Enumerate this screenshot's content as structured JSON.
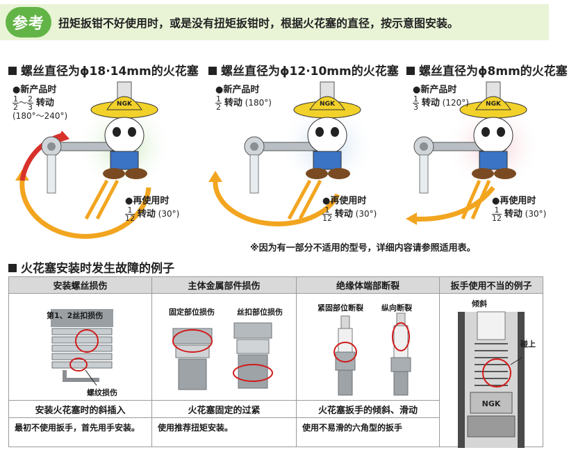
{
  "banner": {
    "badge": "参考",
    "text": "扭矩扳钳不好使用时，或是没有扭矩扳钳时，根据火花塞的直径，按示意图安装。"
  },
  "guides": [
    {
      "heading": "螺丝直径为ϕ18·14mm的火花塞",
      "new_label": "新产品时",
      "new_frac_a": [
        "1",
        "2"
      ],
      "new_tilde": "～",
      "new_frac_b": [
        "2",
        "3"
      ],
      "new_turn": "转动",
      "new_angle": "(180°～240°)",
      "reuse_label": "再使用时",
      "reuse_frac": [
        "1",
        "12"
      ],
      "reuse_turn": "转动",
      "reuse_angle": "(30°)",
      "glow": "#c7e6b8"
    },
    {
      "heading": "螺丝直径为ϕ12·10mm的火花塞",
      "new_label": "新产品时",
      "new_frac_a": [
        "1",
        "2"
      ],
      "new_turn": "转动",
      "new_angle": "(180°)",
      "reuse_label": "再使用时",
      "reuse_frac": [
        "1",
        "12"
      ],
      "reuse_turn": "转动",
      "reuse_angle": "(30°)",
      "glow": "#c9dcf0"
    },
    {
      "heading": "螺丝直径为ϕ8mm的火花塞",
      "new_label": "新产品时",
      "new_frac_a": [
        "1",
        "3"
      ],
      "new_turn": "转动",
      "new_angle": "(120°)",
      "reuse_label": "再使用时",
      "reuse_frac": [
        "1",
        "12"
      ],
      "reuse_turn": "转动",
      "reuse_angle": "(30°)",
      "glow": "#f3c9cf"
    }
  ],
  "mascot_logo": "NGK",
  "disclaimer": "※因为有一部分不适用的型号，详细内容请参照适用表。",
  "failures": {
    "heading": "火花塞安装时发生故障的例子",
    "columns": [
      {
        "header": "安装螺丝损伤",
        "labels": [
          "第1、2丝扣损伤",
          "螺纹损伤"
        ],
        "cause": "安装火花塞时的斜插入",
        "fix": "最初不使用扳手，首先用手安装。"
      },
      {
        "header": "主体金属部件损伤",
        "labels": [
          "固定部位损伤",
          "丝扣部位损伤"
        ],
        "cause": "火花塞固定的过紧",
        "fix": "使用推荐扭矩安装。"
      },
      {
        "header": "绝缘体端部断裂",
        "labels": [
          "紧固部位断裂",
          "纵向断裂"
        ],
        "cause": "火花塞扳手的倾斜、滑动",
        "fix": "使用不易滑的六角型的扳手"
      },
      {
        "header": "扳手使用不当的例子",
        "labels": [
          "倾斜",
          "碰上"
        ],
        "cause": "",
        "fix": ""
      }
    ]
  },
  "colors": {
    "accent_green": "#63b446",
    "banner_bg": "#e9f4d6",
    "arrow_red": "#d8312a",
    "arrow_orange": "#f2a51f",
    "circle_red": "#d11a1a"
  }
}
